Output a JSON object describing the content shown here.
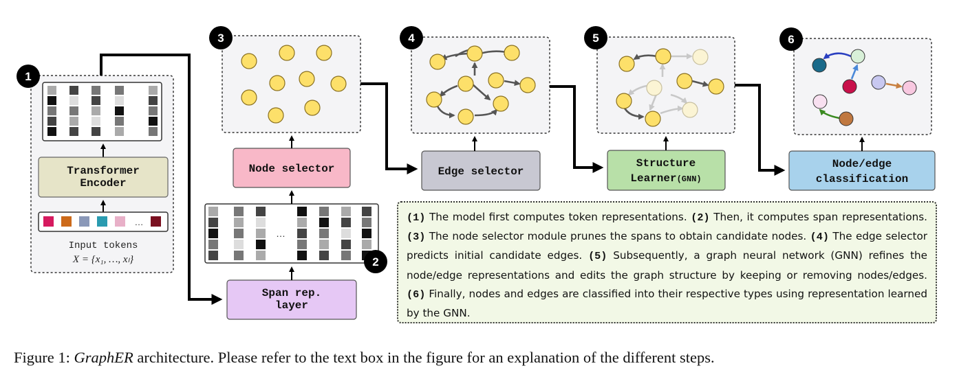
{
  "steps": {
    "badges": [
      "1",
      "2",
      "3",
      "4",
      "5",
      "6"
    ]
  },
  "encoder": {
    "label_line1": "Transformer",
    "label_line2": "Encoder",
    "input_label": "Input tokens",
    "input_math": "X = {x₁, …, xₗ}",
    "token_ellipsis": "…",
    "token_colors": [
      "#d61a5f",
      "#cc6a1a",
      "#8a98b8",
      "#2a9bb0",
      "#e8b0c8",
      "#7a1020"
    ]
  },
  "span_layer": {
    "label_line1": "Span rep.",
    "label_line2": "layer",
    "ellipsis": "…"
  },
  "node_selector": {
    "label": "Node selector"
  },
  "edge_selector": {
    "label": "Edge selector"
  },
  "structure_learner": {
    "label_line1": "Structure",
    "label_line2": "Learner",
    "label_suffix": "(GNN)"
  },
  "classification": {
    "label_line1": "Node/edge",
    "label_line2": "classification"
  },
  "colors": {
    "node_fill": "#fde06a",
    "node_stroke": "#8a7020",
    "faded_node_fill": "#fbf4d4",
    "encoder_box": "#e6e4c8",
    "span_box": "#e6c8f5",
    "node_selector_box": "#f8b8c8",
    "edge_selector_box": "#c8c8d2",
    "structure_box": "#b8e0a8",
    "classification_box": "#a8d2ec",
    "panel_bg": "#f4f4f6",
    "desc_bg": "#f2f8e6"
  },
  "description": {
    "items": [
      {
        "num": "(1)",
        "text": " The model first computes token representations. "
      },
      {
        "num": "(2)",
        "text": " Then, it computes span representations. "
      },
      {
        "num": "(3)",
        "text": " The node selector module prunes the spans to obtain candidate nodes. "
      },
      {
        "num": "(4)",
        "text": " The edge selector predicts initial candidate edges. "
      },
      {
        "num": "(5)",
        "text": " Subsequently, a graph neural network (GNN) refines the node/edge representations and edits the graph structure by keeping or removing nodes/edges. "
      },
      {
        "num": "(6)",
        "text": " Finally, nodes and edges are classified into their respective types using representation learned by the GNN."
      }
    ]
  },
  "caption": {
    "prefix": "Figure 1: ",
    "name": "GraphER",
    "rest": " architecture. Please refer to the text box in the figure for an explanation of the different steps."
  }
}
